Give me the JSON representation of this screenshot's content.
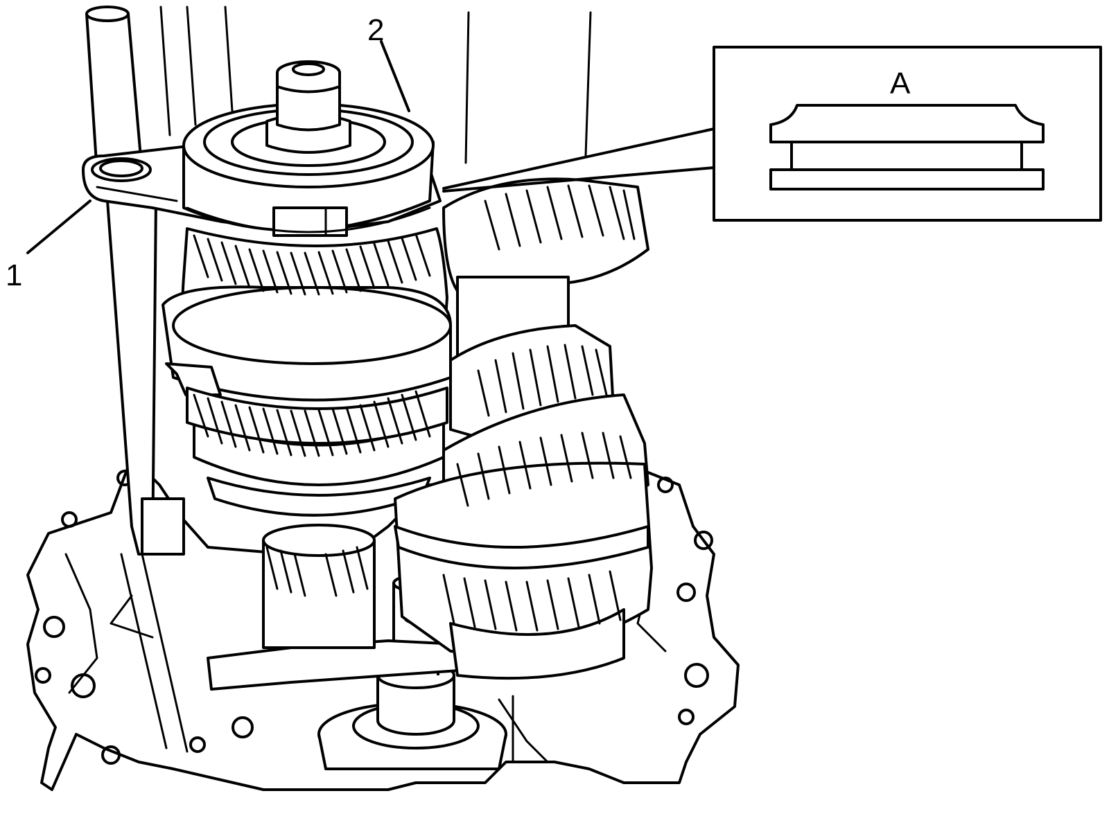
{
  "callouts": {
    "one": "1",
    "two": "2",
    "detail": "A"
  },
  "colors": {
    "line": "#000000",
    "background": "#ffffff"
  }
}
